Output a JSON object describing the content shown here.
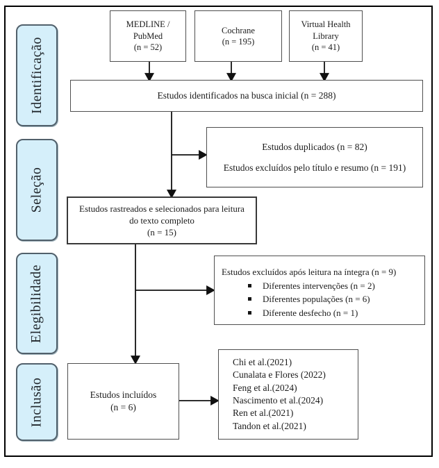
{
  "stages": [
    {
      "label": "Identificação"
    },
    {
      "label": "Seleção"
    },
    {
      "label": "Elegibilidade"
    },
    {
      "label": "Inclusão"
    }
  ],
  "boxes": {
    "medline": {
      "lines": [
        "MEDLINE /",
        "PubMed",
        "(n = 52)"
      ]
    },
    "cochrane": {
      "lines": [
        "Cochrane",
        "(n = 195)"
      ]
    },
    "vhl": {
      "lines": [
        "Virtual Health",
        "Library",
        "(n = 41)"
      ]
    },
    "identified": {
      "text": "Estudos identificados na busca inicial (n = 288)"
    },
    "duplicates": {
      "lines": [
        "Estudos duplicados (n = 82)",
        "Estudos excluídos pelo título e resumo (n = 191)"
      ]
    },
    "screened": {
      "lines": [
        "Estudos rastreados e selecionados para leitura",
        "do texto completo",
        "(n = 15)"
      ]
    },
    "excluded_fulltext": {
      "title": "Estudos excluídos após leitura na íntegra (n = 9)",
      "bullets": [
        "Diferentes intervenções (n = 2)",
        "Diferentes populações (n = 6)",
        "Diferente desfecho (n = 1)"
      ]
    },
    "included": {
      "lines": [
        "Estudos incluídos",
        "(n = 6)"
      ]
    },
    "studies": {
      "lines": [
        "Chi et al.(2021)",
        "Cunalata e Flores (2022)",
        "Feng et al.(2024)",
        "Nascimento et al.(2024)",
        "Ren et al.(2021)",
        "Tandon et al.(2021)"
      ]
    }
  },
  "colors": {
    "stage_fill": "#d5effa",
    "stage_border": "#51606b",
    "box_border": "#4e4e4e",
    "frame_border": "#000000",
    "text": "#1b1b1b"
  }
}
